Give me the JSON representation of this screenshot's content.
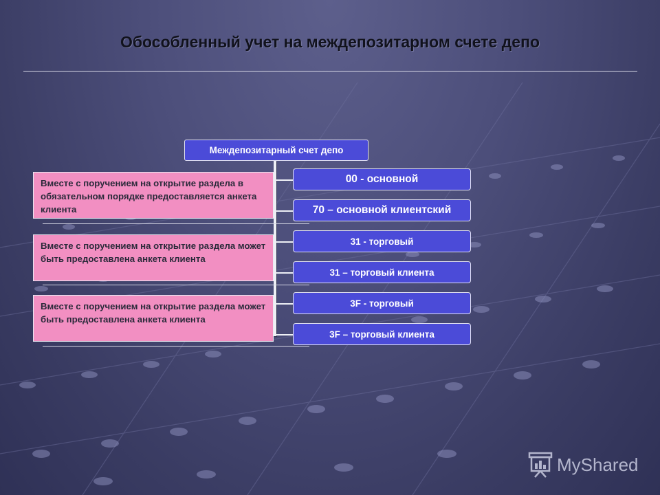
{
  "slide": {
    "title": "Обособленный учет на междепозитарном счете депо"
  },
  "diagram": {
    "root": "Междепозитарный счет депо",
    "sections": [
      {
        "label": "00 - основной"
      },
      {
        "label": "70 – основной клиентский"
      },
      {
        "label": "31 - торговый"
      },
      {
        "label": "31 – торговый клиента"
      },
      {
        "label": "3F - торговый"
      },
      {
        "label": "3F – торговый клиента"
      }
    ],
    "notes": [
      {
        "text": "Вместе с поручением на открытие раздела в обязательном порядке предоставляется анкета клиента"
      },
      {
        "text": "Вместе с поручением на открытие раздела может быть предоставлена анкета клиента"
      },
      {
        "text": "Вместе с поручением на открытие раздела может быть предоставлена анкета клиента"
      }
    ]
  },
  "watermark": {
    "text": "MyShared",
    "icon": "presentation-board-icon"
  },
  "colors": {
    "section_box": "#4b4bd8",
    "note_box": "#f28fc2",
    "background": "#4c4e7a"
  }
}
